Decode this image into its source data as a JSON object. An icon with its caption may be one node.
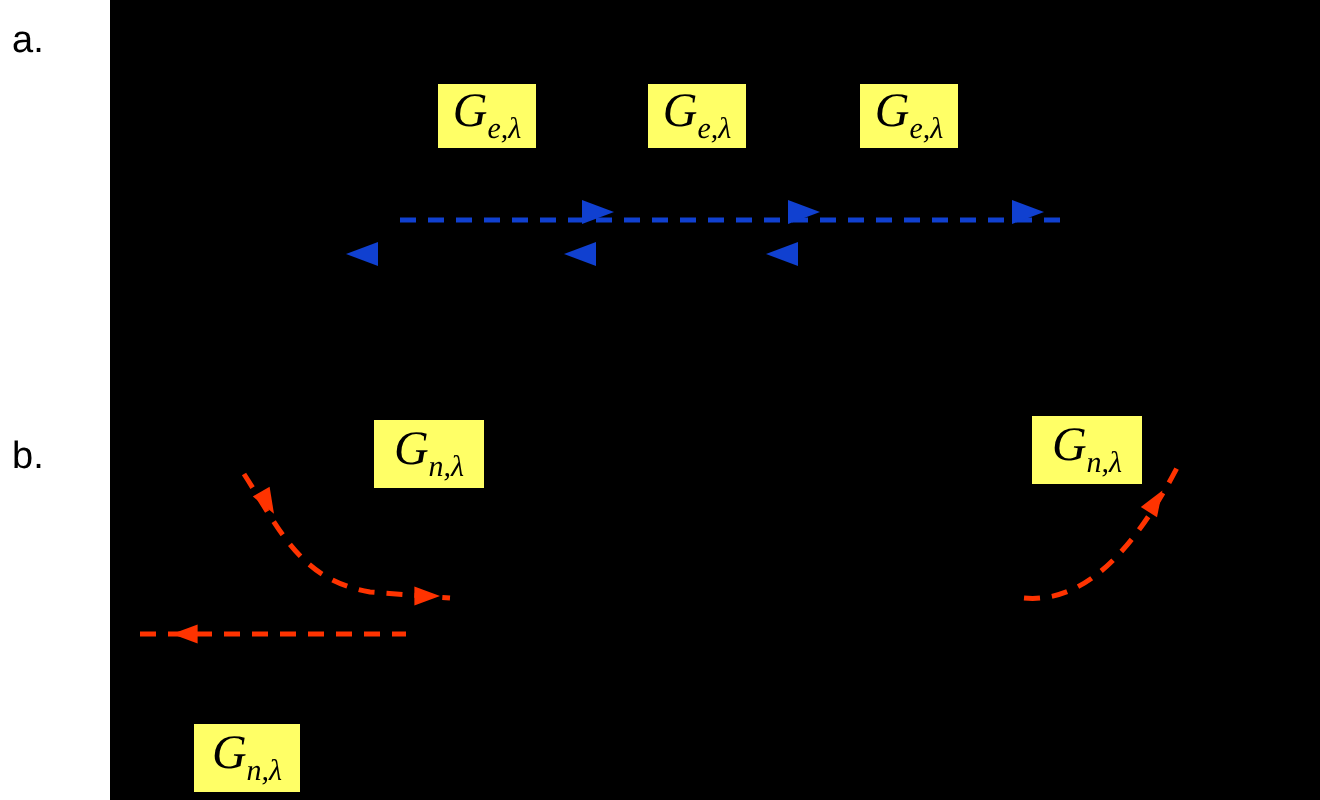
{
  "diagram": {
    "nodes": [
      {
        "text": [
          "G$_{e,λ}$"
        ]
      },
      {
        "text": [
          "G$_{e,λ}$"
        ]
      },
      {
        "text": [
          "G$_{e,λ}$"
        ]
      },
      {
        "text": [
          "G$_{n,λ}$"
        ]
      },
      {
        "text": [
          "G$_{n,λ}$"
        ]
      },
      {
        "text": [
          "G$_{n,λ}$"
        ]
      }
    ],
    "labels": [
      "a.",
      "b."
    ]
  }
}
